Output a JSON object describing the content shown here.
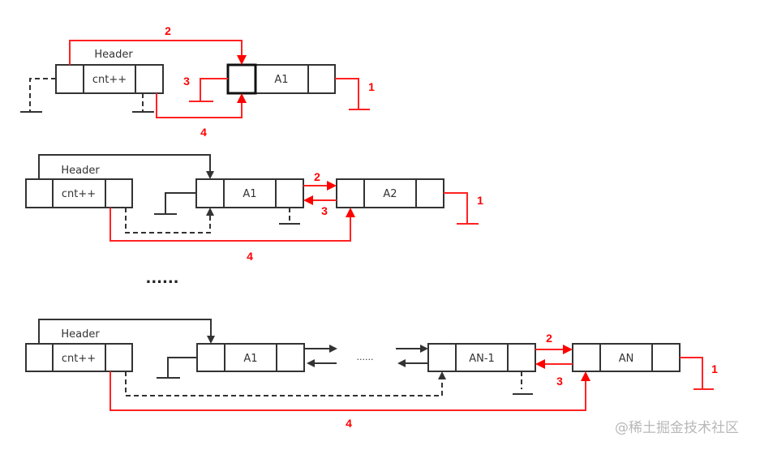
{
  "header_label": "Header",
  "counter_label": "cnt++",
  "nodes": {
    "a1": "A1",
    "a2": "A2",
    "an_1": "AN-1",
    "an": "AN"
  },
  "steps": {
    "one": "1",
    "two": "2",
    "three": "3",
    "four": "4"
  },
  "ellipsis_large": "......",
  "ellipsis_small": "......",
  "watermark": "@稀土掘金技术社区",
  "colors": {
    "accent": "#ff0000",
    "line": "#333333"
  }
}
